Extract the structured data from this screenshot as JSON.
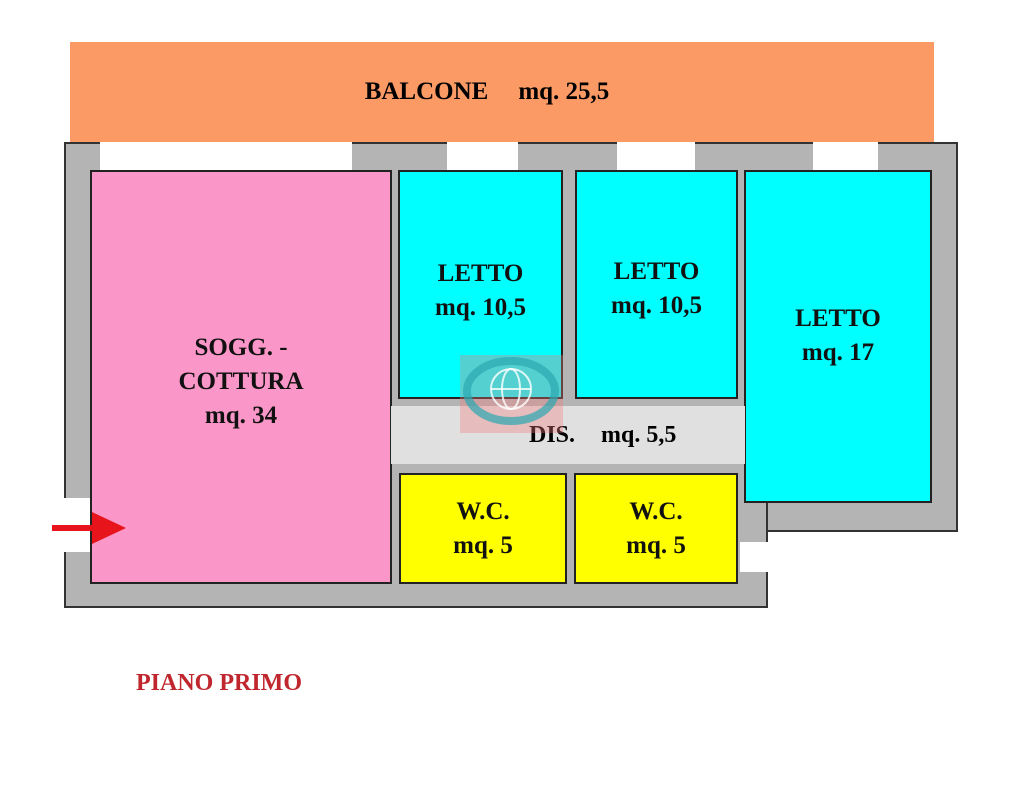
{
  "title": "PIANO PRIMO",
  "colors": {
    "balcony": "#fc9a66",
    "living": "#fb97c8",
    "bedroom": "#00ffff",
    "bath": "#ffff00",
    "hall": "#e0e0e0",
    "wall": "#b4b4b4",
    "title": "#c0262d",
    "arrow": "#e8141b"
  },
  "rooms": {
    "balcone": {
      "name": "BALCONE",
      "area": "mq. 25,5"
    },
    "soggiorno": {
      "name1": "SOGG. -",
      "name2": "COTTURA",
      "area": "mq. 34"
    },
    "letto1": {
      "name": "LETTO",
      "area": "mq. 10,5"
    },
    "letto2": {
      "name": "LETTO",
      "area": "mq. 10,5"
    },
    "letto3": {
      "name": "LETTO",
      "area": "mq. 17"
    },
    "dis": {
      "name": "DIS.",
      "area": "mq. 5,5"
    },
    "wc1": {
      "name": "W.C.",
      "area": "mq. 5"
    },
    "wc2": {
      "name": "W.C.",
      "area": "mq. 5"
    }
  },
  "icons": {
    "entrance": "red-arrow-right",
    "watermark": "globe-icon"
  }
}
